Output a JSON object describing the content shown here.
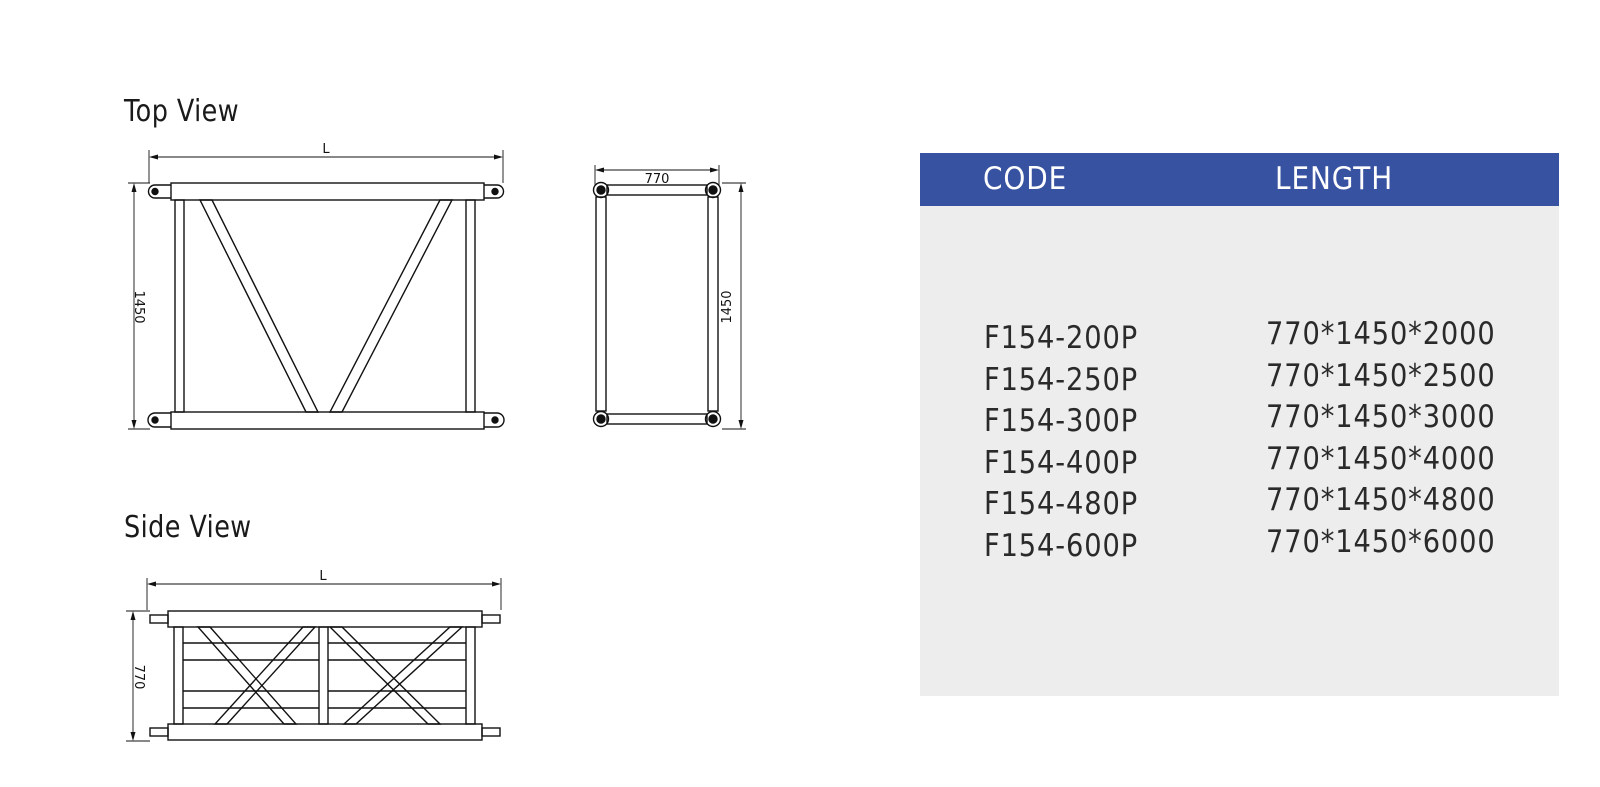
{
  "views": {
    "top_title": "Top View",
    "side_title": "Side View"
  },
  "dimensions": {
    "length_label": "L",
    "height_label": "1450",
    "width_label": "770"
  },
  "table": {
    "header_code": "CODE",
    "header_length": "LENGTH",
    "header_color": "#3852a2",
    "rows": [
      {
        "code": "F154-200P",
        "length": "770*1450*2000"
      },
      {
        "code": "F154-250P",
        "length": "770*1450*2500"
      },
      {
        "code": "F154-300P",
        "length": "770*1450*3000"
      },
      {
        "code": "F154-400P",
        "length": "770*1450*4000"
      },
      {
        "code": "F154-480P",
        "length": "770*1450*4800"
      },
      {
        "code": "F154-600P",
        "length": "770*1450*6000"
      }
    ]
  }
}
